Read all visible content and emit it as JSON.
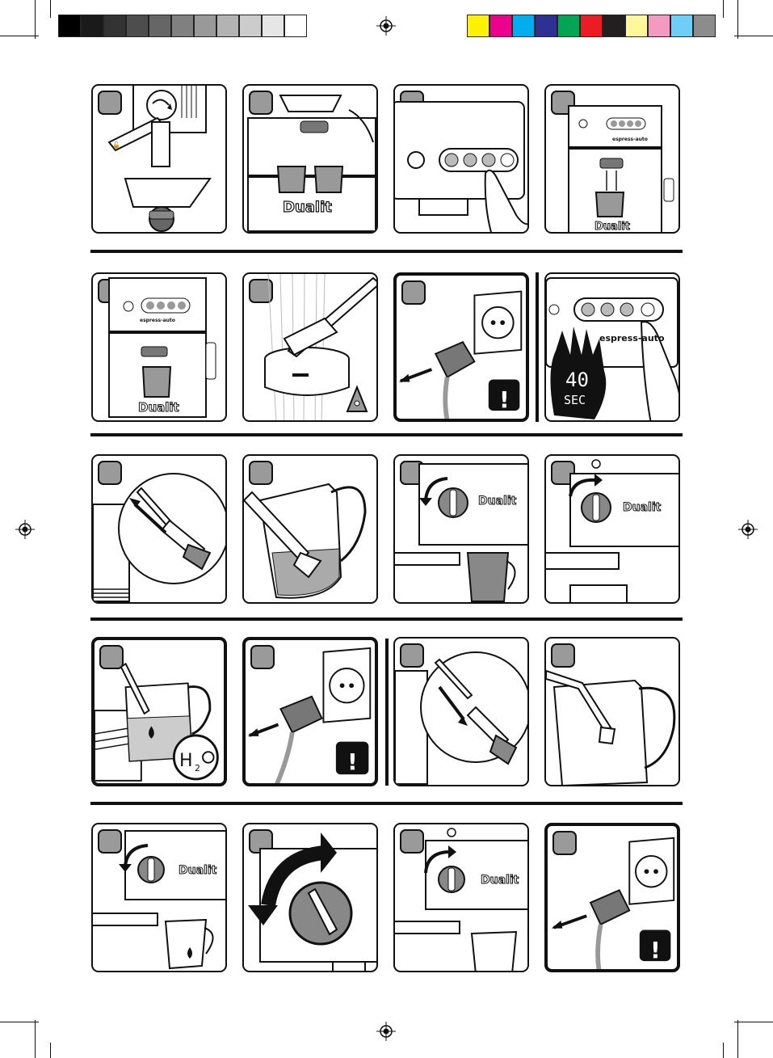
{
  "print_marks": {
    "gray_swatches": [
      "#000000",
      "#1a1a1a",
      "#333333",
      "#4d4d4d",
      "#666666",
      "#808080",
      "#999999",
      "#b3b3b3",
      "#cccccc",
      "#e6e6e6",
      "#ffffff"
    ],
    "color_swatches": [
      "#fff200",
      "#ec008c",
      "#00aeef",
      "#2e3192",
      "#00a651",
      "#ed1c24",
      "#231f20",
      "#fff799",
      "#f49ac1",
      "#6dcff6",
      "#8c8c8c"
    ]
  },
  "labels": {
    "brand": "Dualit",
    "model": "espress-auto",
    "timer_number": "40",
    "timer_unit": "SEC",
    "water_h": "H",
    "water_sub": "2",
    "water_o": "O",
    "warning": "!"
  },
  "icons": {
    "rotate": "rotate-arrow-icon",
    "lock": "lock-icon",
    "plug": "power-plug-icon",
    "socket": "wall-socket-icon",
    "warning": "warning-icon",
    "hand": "stop-hand-icon",
    "water": "water-drop-icon",
    "registration": "registration-mark-icon"
  }
}
